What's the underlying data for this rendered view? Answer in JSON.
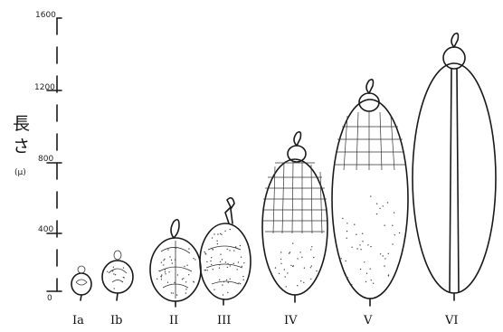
{
  "axis": {
    "title_line1": "長",
    "title_line2": "さ",
    "unit": "(μ)",
    "ticks": [
      "1600",
      "1200",
      "800",
      "400",
      "0"
    ]
  },
  "stages": [
    {
      "label": "Ia"
    },
    {
      "label": "Ib"
    },
    {
      "label": "II"
    },
    {
      "label": "III"
    },
    {
      "label": "IV"
    },
    {
      "label": "V"
    },
    {
      "label": "VI"
    }
  ]
}
